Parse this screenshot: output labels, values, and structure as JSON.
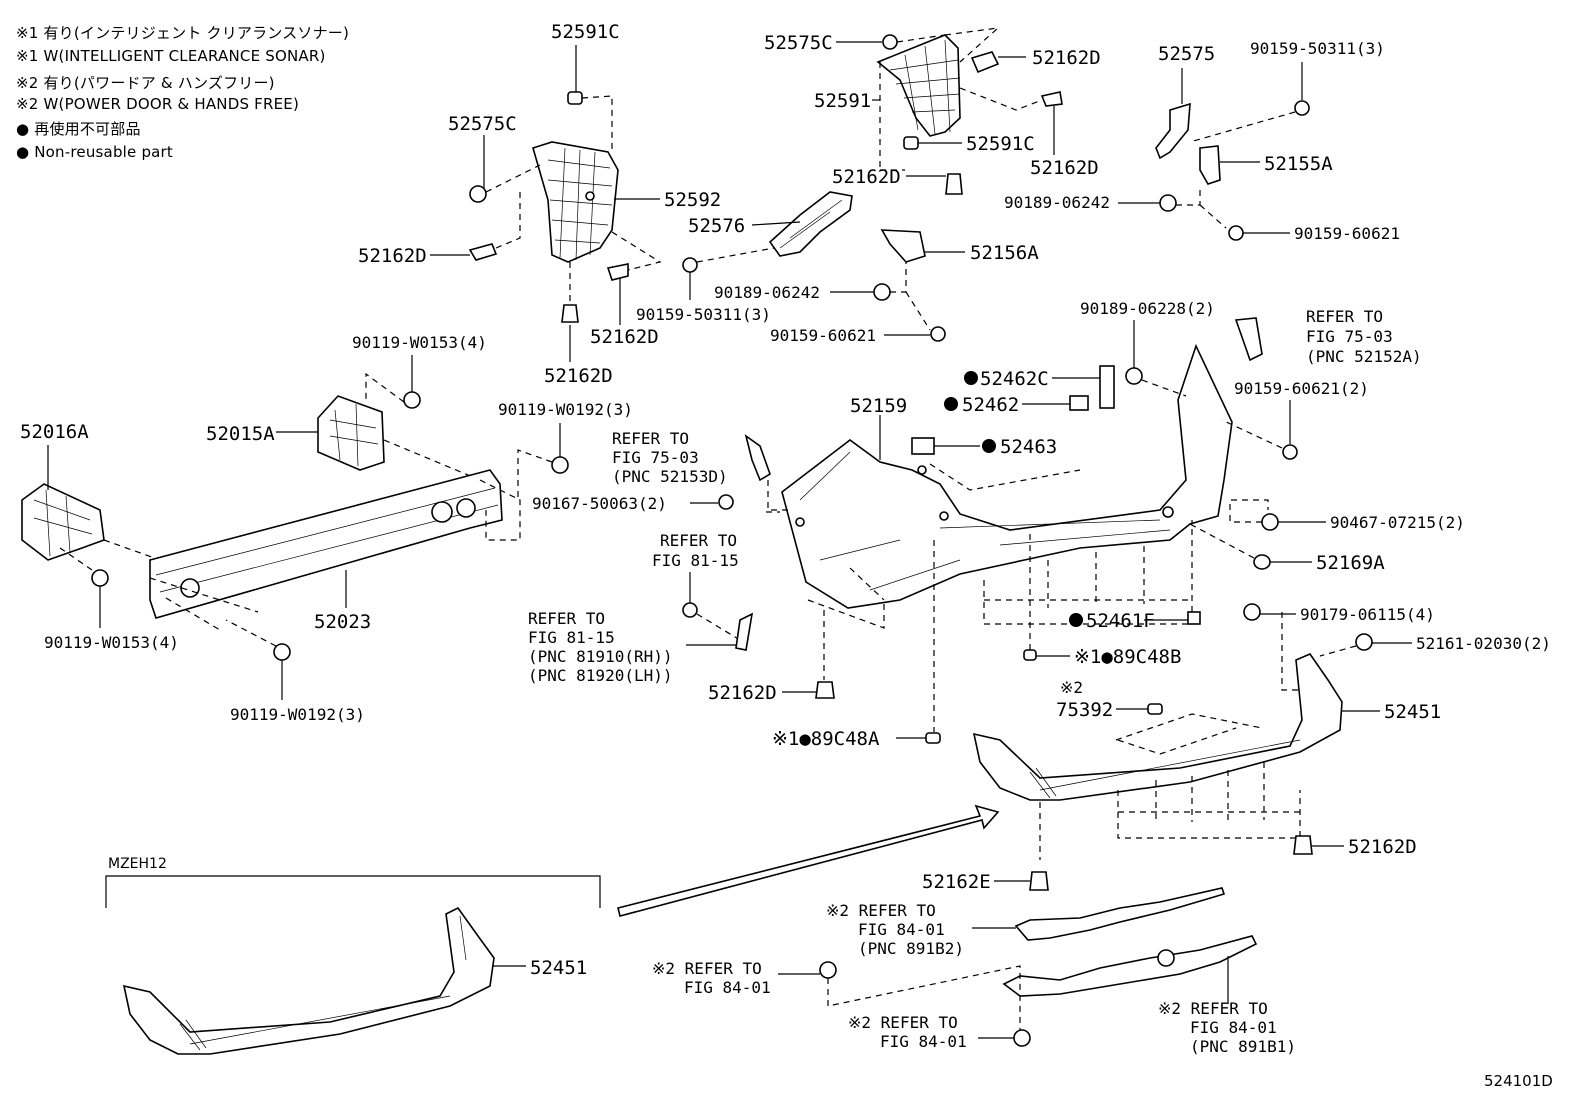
{
  "legend": [
    {
      "id": "l1",
      "text": "※1 有り(インテリジェント クリアランスソナー)"
    },
    {
      "id": "l2",
      "text": "※1 W(INTELLIGENT CLEARANCE SONAR)"
    },
    {
      "id": "l3",
      "text": "※2 有り(パワードア & ハンズフリー)"
    },
    {
      "id": "l4",
      "text": "※2 W(POWER DOOR & HANDS FREE)"
    },
    {
      "id": "l5",
      "text": "● 再使用不可部品"
    },
    {
      "id": "l6",
      "text": "● Non-reusable part"
    }
  ],
  "labels": {
    "p52591C_a": "52591C",
    "p52575C_a": "52575C",
    "p52592": "52592",
    "p52162D_a": "52162D",
    "p52162D_b": "52162D",
    "p52162D_c": "52162D",
    "p52575C_b": "52575C",
    "p52591": "52591",
    "p52162D_d": "52162D",
    "p52591C_b": "52591C",
    "p52162D_e": "52162D",
    "p52162D_f": "52162D",
    "p52576": "52576",
    "p90159_50311_a": "90159-50311(3)",
    "p52575": "52575",
    "p90159_50311_b": "90159-50311(3)",
    "p52155A": "52155A",
    "p90189_06242_a": "90189-06242",
    "p90159_60621_a": "90159-60621",
    "p52156A": "52156A",
    "p90189_06242_b": "90189-06242",
    "p90159_60621_b": "90159-60621",
    "p90119_W0153_a": "90119-W0153(4)",
    "p52015A": "52015A",
    "p52016A": "52016A",
    "p90119_W0192_a": "90119-W0192(3)",
    "p90167": "90167-50063(2)",
    "p52023": "52023",
    "p90119_W0153_b": "90119-W0153(4)",
    "p90119_W0192_b": "90119-W0192(3)",
    "p90189_06228": "90189-06228(2)",
    "p52462C": "52462C",
    "p52462": "52462",
    "p52159": "52159",
    "p52463": "52463",
    "p90159_60621_c": "90159-60621(2)",
    "p90467": "90467-07215(2)",
    "p52169A": "52169A",
    "p52461F": "52461F",
    "p90179": "90179-06115(4)",
    "p89C48B": "※1●89C48B",
    "p52161": "52161-02030(2)",
    "p2_75392": "※2",
    "p75392": "75392",
    "p52451_a": "52451",
    "p52162D_g": "52162D",
    "p89C48A": "※1●89C48A",
    "p52162D_h": "52162D",
    "p52162E": "52162E",
    "p52451_b": "52451",
    "mzeh": "MZEH12",
    "fig_code": "524101D"
  },
  "refs": {
    "r1": [
      "REFER TO",
      "FIG 75-03",
      "(PNC 52152A)"
    ],
    "r2": [
      "REFER TO",
      "FIG 75-03",
      "(PNC 52153D)"
    ],
    "r3": [
      "REFER TO",
      "FIG 81-15"
    ],
    "r4": [
      "REFER TO",
      "FIG 81-15",
      "(PNC 81910(RH))",
      "(PNC 81920(LH))"
    ],
    "r5": [
      "※2 REFER TO",
      "FIG 84-01",
      "(PNC 891B2)"
    ],
    "r6": [
      "※2 REFER TO",
      "FIG 84-01"
    ],
    "r7": [
      "※2 REFER TO",
      "FIG 84-01"
    ],
    "r8": [
      "※2 REFER TO",
      "FIG 84-01",
      "(PNC 891B1)"
    ]
  }
}
